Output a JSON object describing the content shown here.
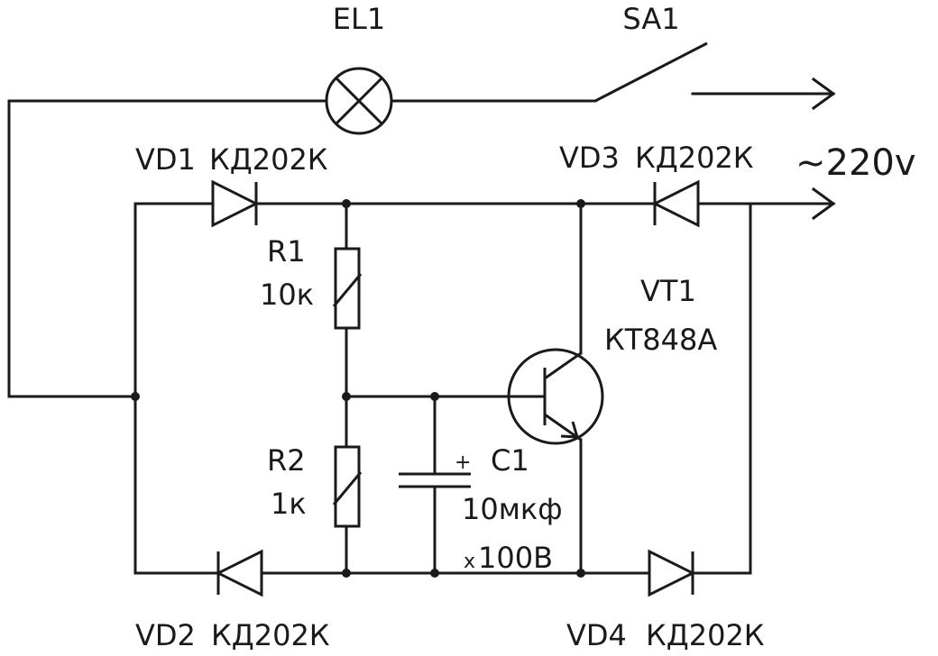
{
  "diagram": {
    "components": {
      "lamp": {
        "name": "EL1"
      },
      "switch": {
        "name": "SA1"
      },
      "vd1": {
        "name": "VD1",
        "type": "КД202К"
      },
      "vd2": {
        "name": "VD2",
        "type": "КД202К"
      },
      "vd3": {
        "name": "VD3",
        "type": "КД202К"
      },
      "vd4": {
        "name": "VD4",
        "type": "КД202К"
      },
      "r1": {
        "name": "R1",
        "value": "10к"
      },
      "r2": {
        "name": "R2",
        "value": "1к"
      },
      "c1": {
        "name": "C1",
        "value": "10мкф",
        "voltage_prefix": "x",
        "voltage": "100В",
        "polarity": "+"
      },
      "vt1": {
        "name": "VT1",
        "type": "КТ848А"
      }
    },
    "supply": {
      "label": "~220v"
    }
  }
}
